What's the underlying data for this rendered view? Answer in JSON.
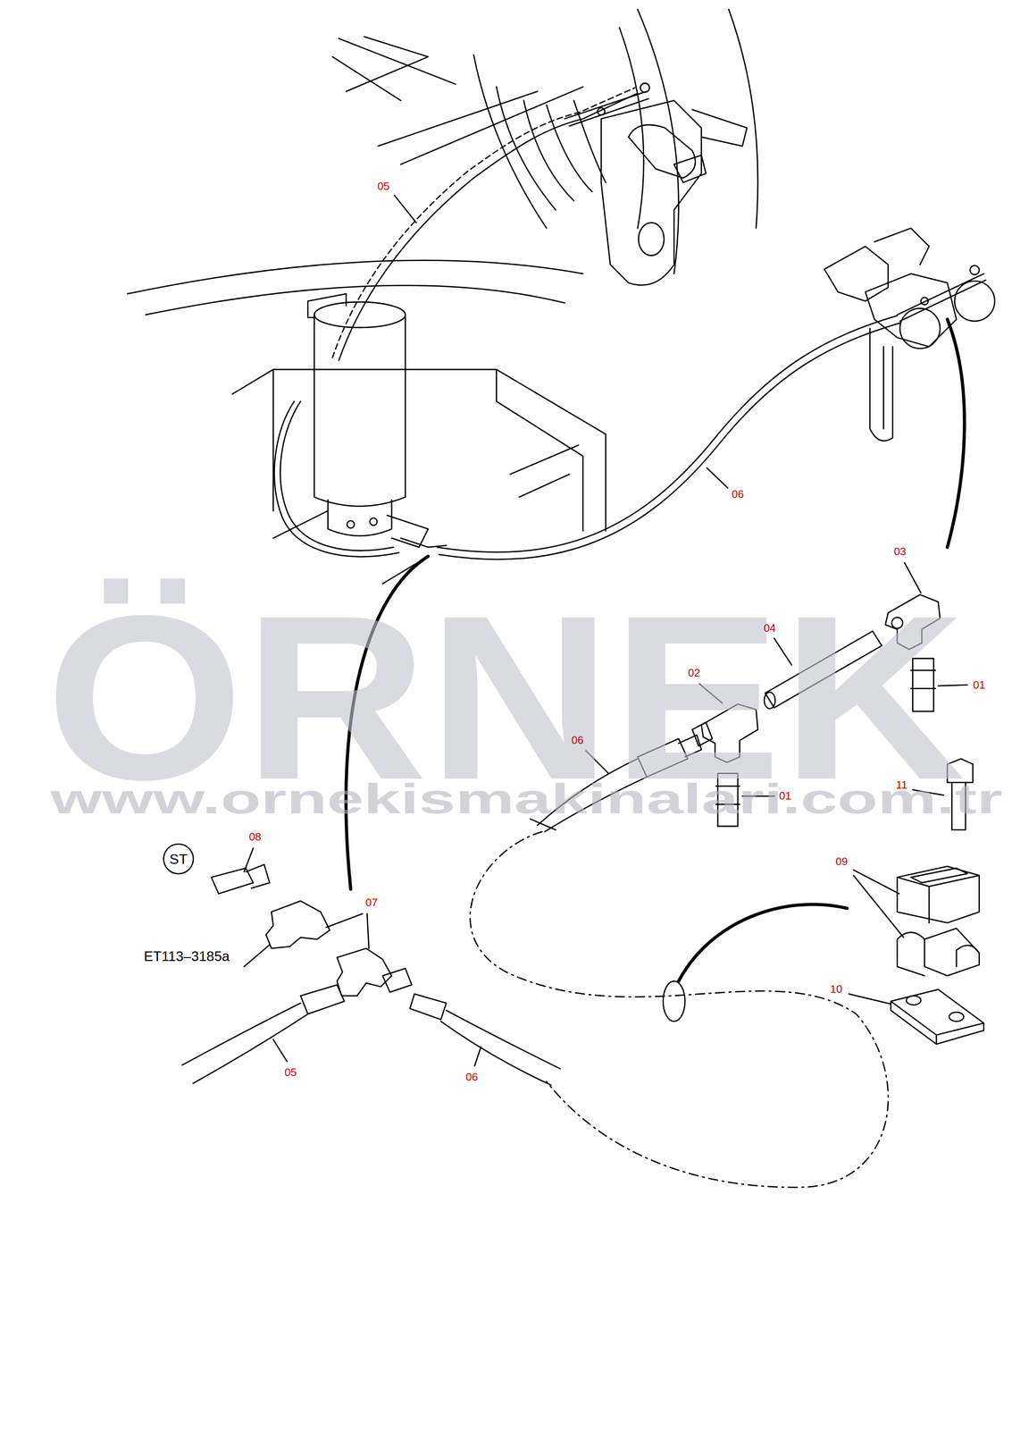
{
  "diagram": {
    "nodes": [
      {
        "text": [
          "ST"
        ]
      }
    ],
    "labels": [
      "05",
      "06",
      "03",
      "04",
      "02",
      "01",
      "06",
      "01",
      "11",
      "09",
      "08",
      "07",
      "ET113–3185a",
      "10",
      "05",
      "06",
      "ÖRNEK",
      "www.ornekismakinalari.com.tr"
    ]
  }
}
